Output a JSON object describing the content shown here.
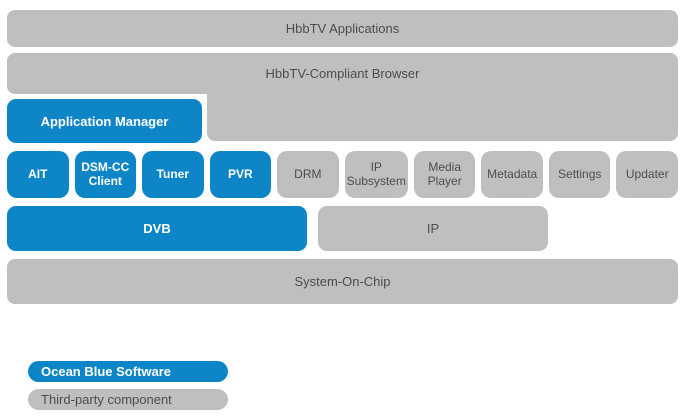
{
  "palette": {
    "ocean_blue": "#0e85c7",
    "block_gray": "#bfbfbf",
    "text_dark": "#4d4d4d",
    "text_light": "#ffffff",
    "background": "#ffffff"
  },
  "layers": {
    "applications": {
      "label": "HbbTV Applications",
      "type": "third-party"
    },
    "browser": {
      "label": "HbbTV-Compliant Browser",
      "type": "third-party"
    },
    "application_manager": {
      "label": "Application Manager",
      "type": "ocean-blue"
    },
    "components": [
      {
        "label": "AIT",
        "type": "ocean-blue"
      },
      {
        "label": "DSM-CC Client",
        "type": "ocean-blue"
      },
      {
        "label": "Tuner",
        "type": "ocean-blue"
      },
      {
        "label": "PVR",
        "type": "ocean-blue"
      },
      {
        "label": "DRM",
        "type": "third-party"
      },
      {
        "label": "IP Subsystem",
        "type": "third-party"
      },
      {
        "label": "Media Player",
        "type": "third-party"
      },
      {
        "label": "Metadata",
        "type": "third-party"
      },
      {
        "label": "Settings",
        "type": "third-party"
      },
      {
        "label": "Updater",
        "type": "third-party"
      }
    ],
    "dvb": {
      "label": "DVB",
      "type": "ocean-blue"
    },
    "ip": {
      "label": "IP",
      "type": "third-party"
    },
    "soc": {
      "label": "System-On-Chip",
      "type": "third-party"
    }
  },
  "legend": [
    {
      "label": "Ocean Blue Software",
      "type": "ocean-blue"
    },
    {
      "label": "Third-party component",
      "type": "third-party"
    }
  ]
}
